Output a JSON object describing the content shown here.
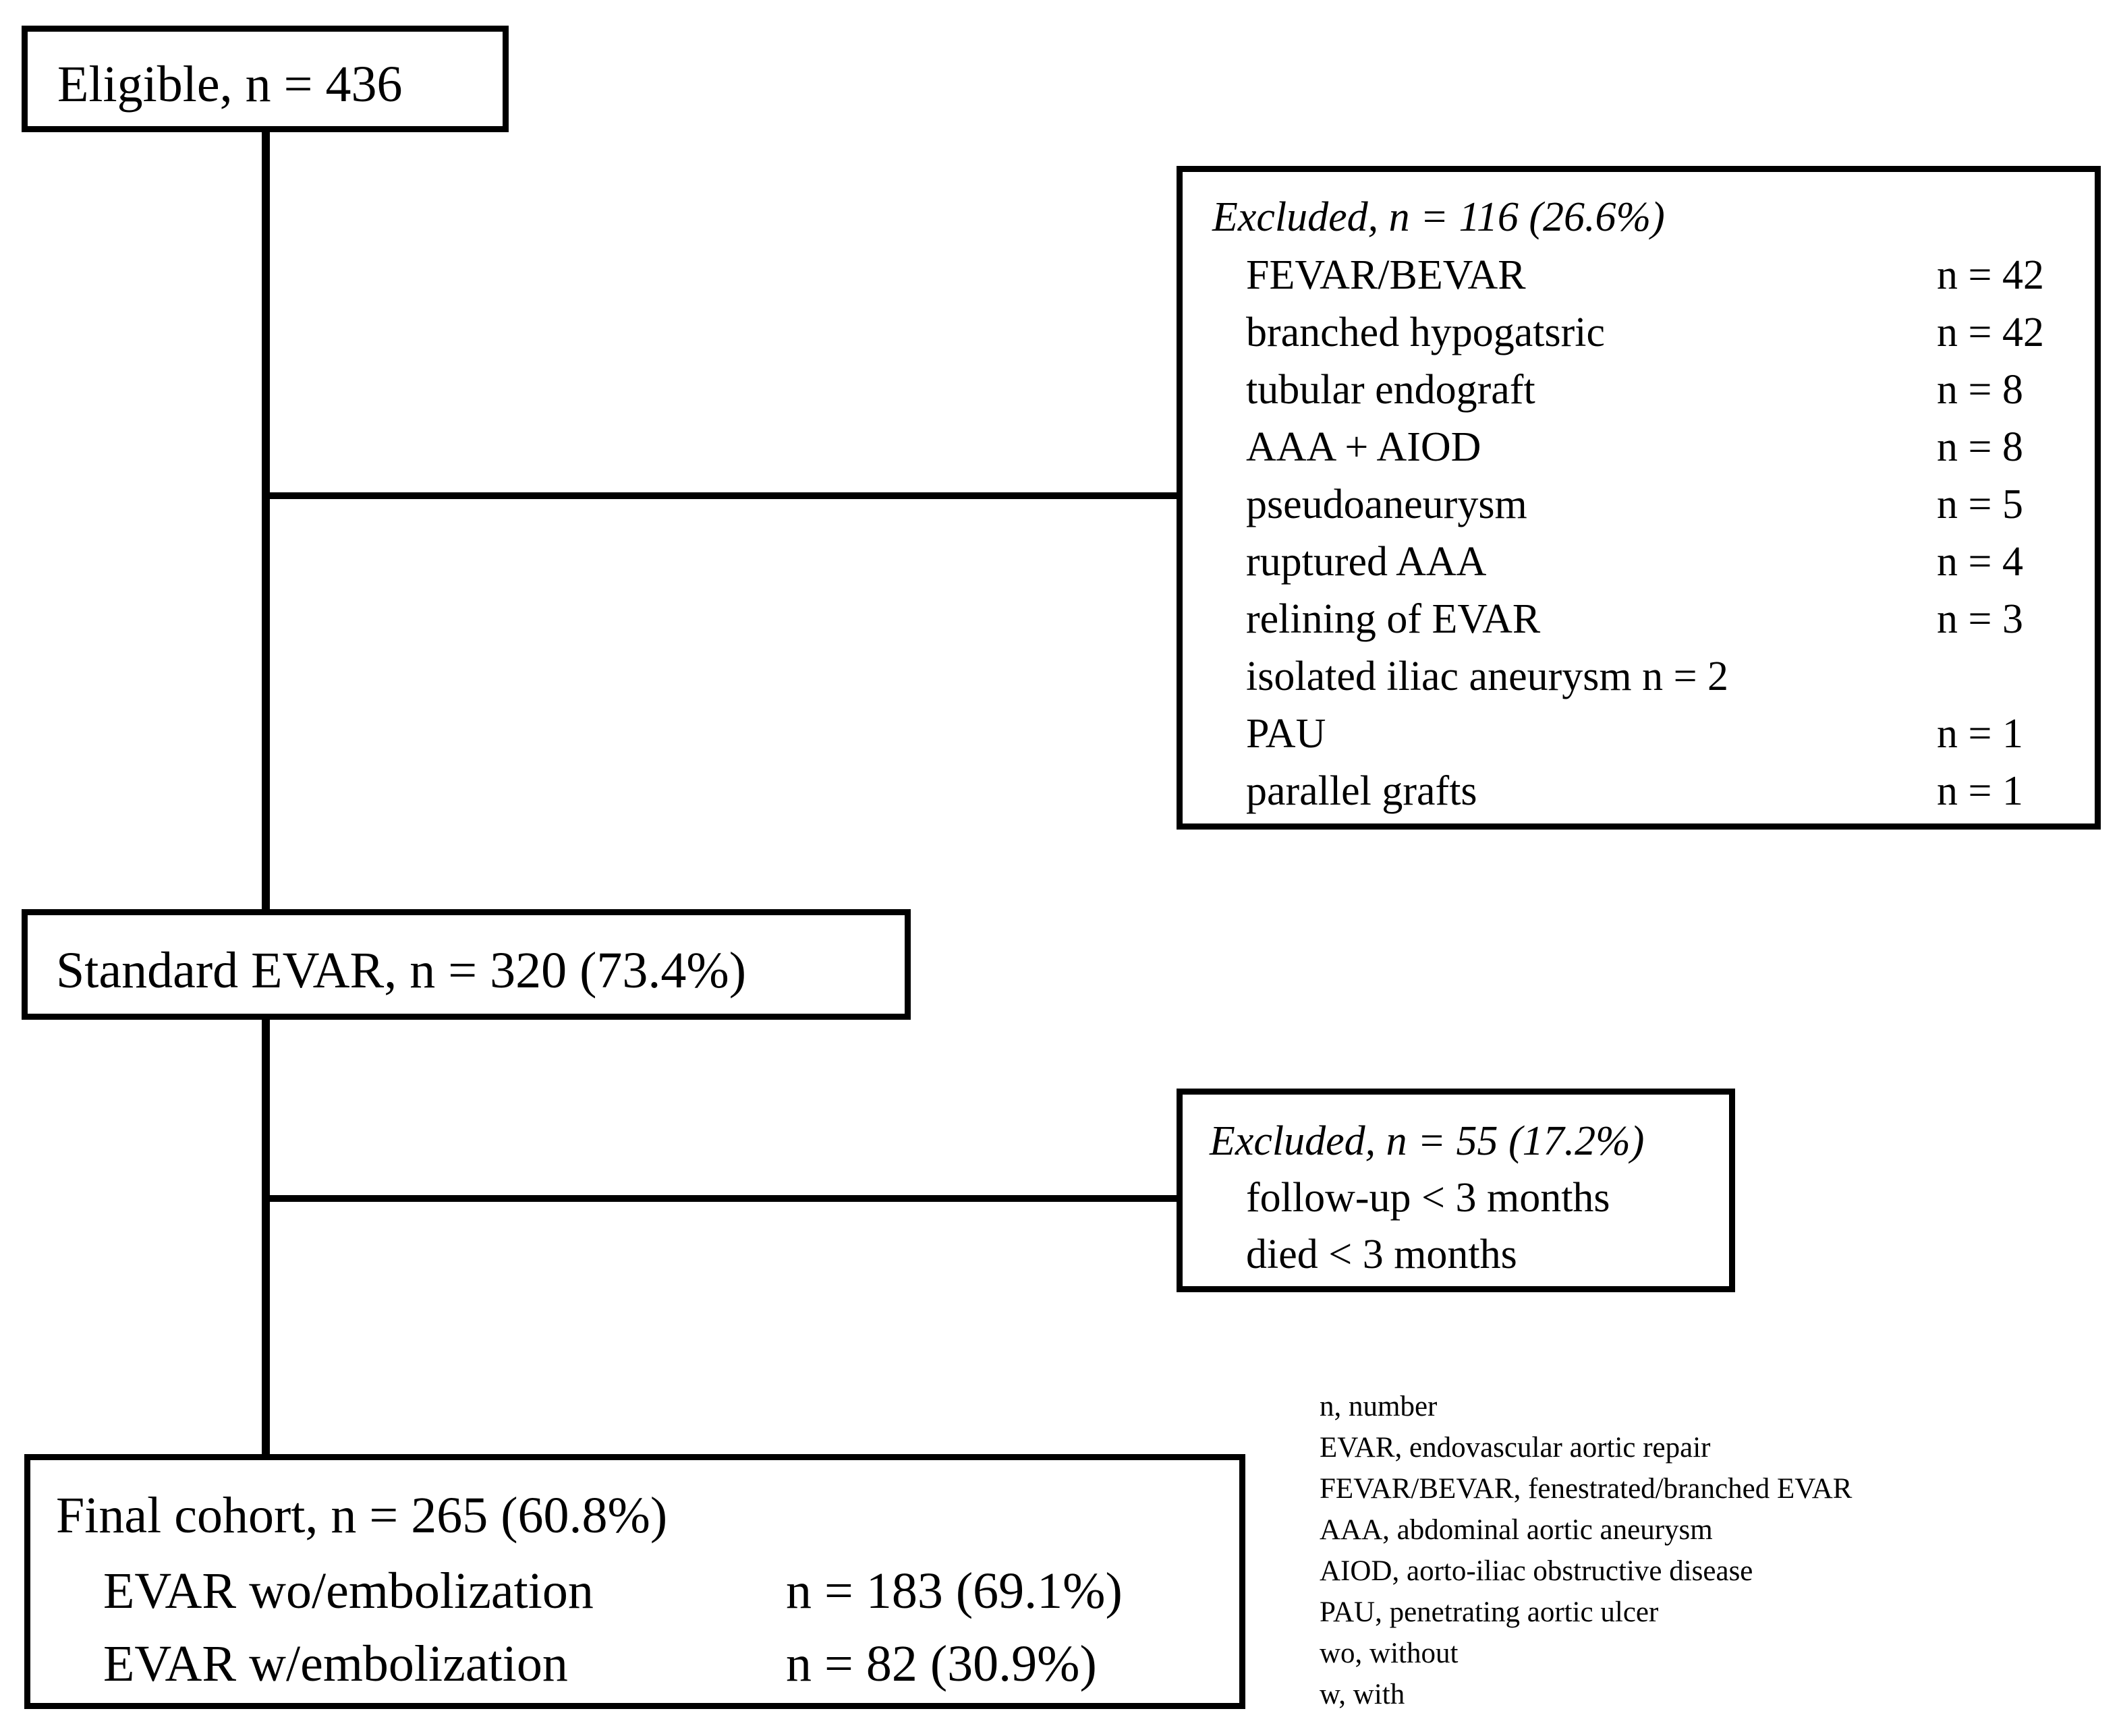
{
  "eligible": {
    "text": "Eligible, n = 436"
  },
  "excluded_1": {
    "title": "Excluded, n = 116 (26.6%)",
    "items": [
      {
        "label": "FEVAR/BEVAR",
        "count": "n = 42"
      },
      {
        "label": "branched hypogatsric",
        "count": "n = 42"
      },
      {
        "label": "tubular endograft",
        "count": "n = 8"
      },
      {
        "label": "AAA + AIOD",
        "count": "n = 8"
      },
      {
        "label": "pseudoaneurysm",
        "count": "n = 5"
      },
      {
        "label": "ruptured AAA",
        "count": "n = 4"
      },
      {
        "label": "relining of EVAR",
        "count": "n = 3"
      },
      {
        "label": "isolated iliac aneurysm n = 2",
        "count": ""
      },
      {
        "label": "PAU",
        "count": "n = 1"
      },
      {
        "label": "parallel grafts",
        "count": "n = 1"
      }
    ]
  },
  "standard": {
    "text": "Standard EVAR, n = 320 (73.4%)"
  },
  "excluded_2": {
    "title": "Excluded, n = 55 (17.2%)",
    "items": [
      "follow-up < 3 months",
      "died < 3 months"
    ]
  },
  "final": {
    "title": "Final cohort, n = 265 (60.8%)",
    "rows": [
      {
        "label": "EVAR wo/embolization",
        "count": "n = 183 (69.1%)"
      },
      {
        "label": "EVAR w/embolization",
        "count": "n = 82 (30.9%)"
      }
    ]
  },
  "legend": [
    "n, number",
    "EVAR, endovascular aortic repair",
    "FEVAR/BEVAR, fenestrated/branched EVAR",
    "AAA, abdominal aortic aneurysm",
    "AIOD, aorto-iliac obstructive disease",
    "PAU, penetrating aortic ulcer",
    "wo, without",
    "w, with"
  ]
}
